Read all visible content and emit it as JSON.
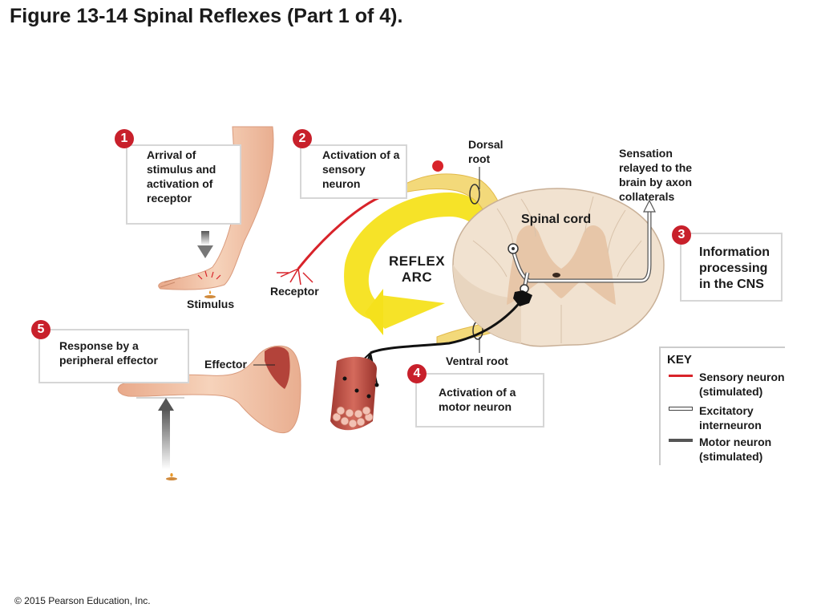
{
  "title": "Figure 13-14 Spinal Reflexes (Part 1 of 4).",
  "copyright": "© 2015 Pearson Education, Inc.",
  "steps": [
    {
      "number": "1",
      "text": "Arrival of\nstimulus and\nactivation of\nreceptor"
    },
    {
      "number": "2",
      "text": "Activation of a\nsensory\nneuron"
    },
    {
      "number": "3",
      "text": "Information\nprocessing\nin the CNS"
    },
    {
      "number": "4",
      "text": "Activation of a\nmotor neuron"
    },
    {
      "number": "5",
      "text": "Response by a\nperipheral effector"
    }
  ],
  "labels": {
    "stimulus": "Stimulus",
    "receptor": "Receptor",
    "dorsal_root": "Dorsal\nroot",
    "sensation": "Sensation\nrelayed to the\nbrain by axon\ncollaterals",
    "spinal_cord": "Spinal cord",
    "reflex_arc": "REFLEX\nARC",
    "ventral_root": "Ventral root",
    "effector": "Effector"
  },
  "key": {
    "title": "KEY",
    "items": [
      {
        "label": "Sensory neuron\n(stimulated)",
        "color": "#d8232a"
      },
      {
        "label": "Excitatory\ninterneuron",
        "color": "#ffffff"
      },
      {
        "label": "Motor neuron\n(stimulated)",
        "color": "#555555"
      }
    ]
  },
  "colors": {
    "badge": "#c8202b",
    "sensory_neuron": "#d8232a",
    "motor_neuron": "#222222",
    "arc_arrow": "#f5e11c",
    "skin": "#f2c3a3",
    "spinal_cord_fill": "#f1e2d0",
    "gray_matter": "#e6c3a3"
  }
}
